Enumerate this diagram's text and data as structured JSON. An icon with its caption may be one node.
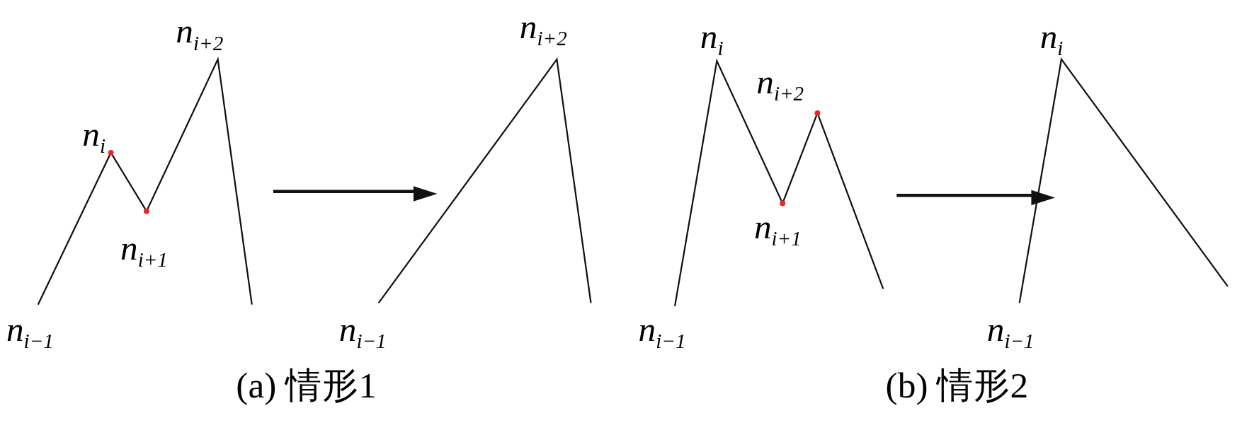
{
  "diagram": {
    "nodes": [
      {
        "text": [],
        "shape": "picture"
      },
      {
        "text": [],
        "shape": "picture"
      },
      {
        "text": [],
        "shape": "picture"
      },
      {
        "text": [],
        "shape": "picture"
      }
    ],
    "edges": [
      {
        "from": 0,
        "to": 1,
        "arrow": "to"
      },
      {
        "from": 2,
        "to": 3,
        "arrow": "to"
      }
    ],
    "labels": [
      "n$_{i+2}$",
      "n$_{i}$",
      "n$_{i+2}$",
      "n$_{i}$",
      "n$_{i+2}$",
      "n$_{i}$",
      "n$_{i+1}$",
      "n$_{i+1}$",
      "n$_{i−1}$",
      "n$_{i−1}$",
      "n$_{i−1}$",
      "n$_{i−1}$",
      "(a) 情形1",
      "(b) 情形2"
    ]
  }
}
